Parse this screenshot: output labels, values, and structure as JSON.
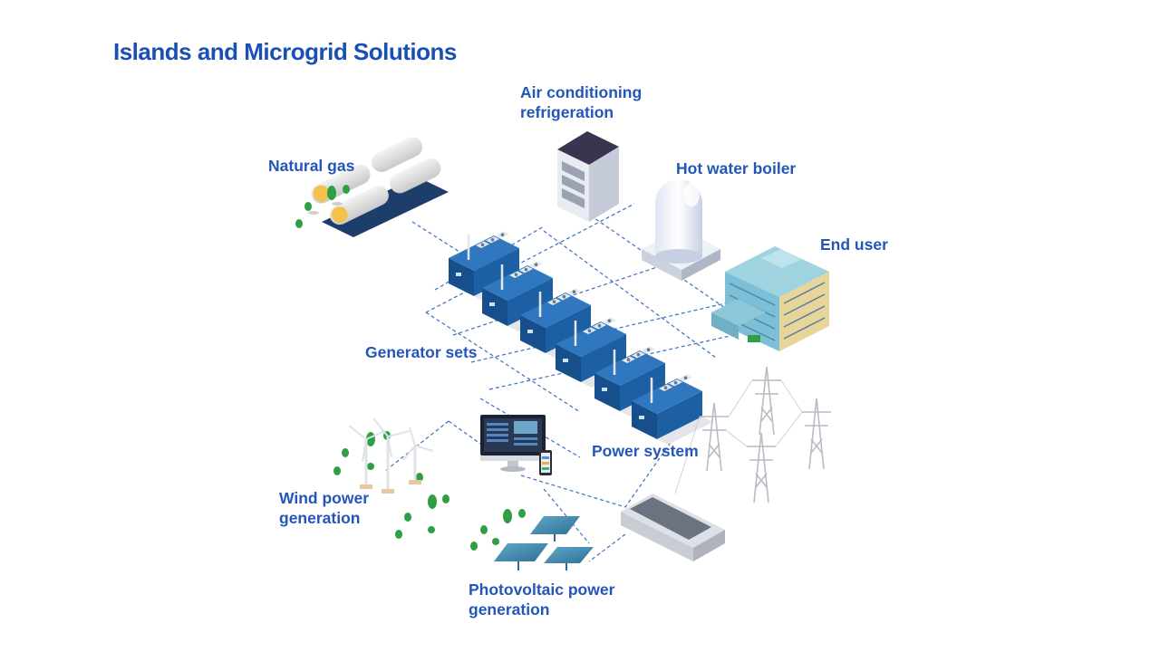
{
  "title": "Islands and Microgrid Solutions",
  "labels": {
    "air_conditioning": [
      "Air conditioning",
      "refrigeration"
    ],
    "natural_gas": "Natural gas",
    "hot_water_boiler": "Hot water boiler",
    "end_user": "End user",
    "generator_sets": "Generator sets",
    "power_system": "Power system",
    "wind_power": [
      "Wind power",
      "generation"
    ],
    "photovoltaic": [
      "Photovoltaic power",
      "generation"
    ]
  },
  "colors": {
    "title": "#1a4fb5",
    "label": "#2356b8",
    "generator": "#1d5fa3",
    "dashed_line": "#3a6fc4",
    "tree": "#2ea043"
  }
}
